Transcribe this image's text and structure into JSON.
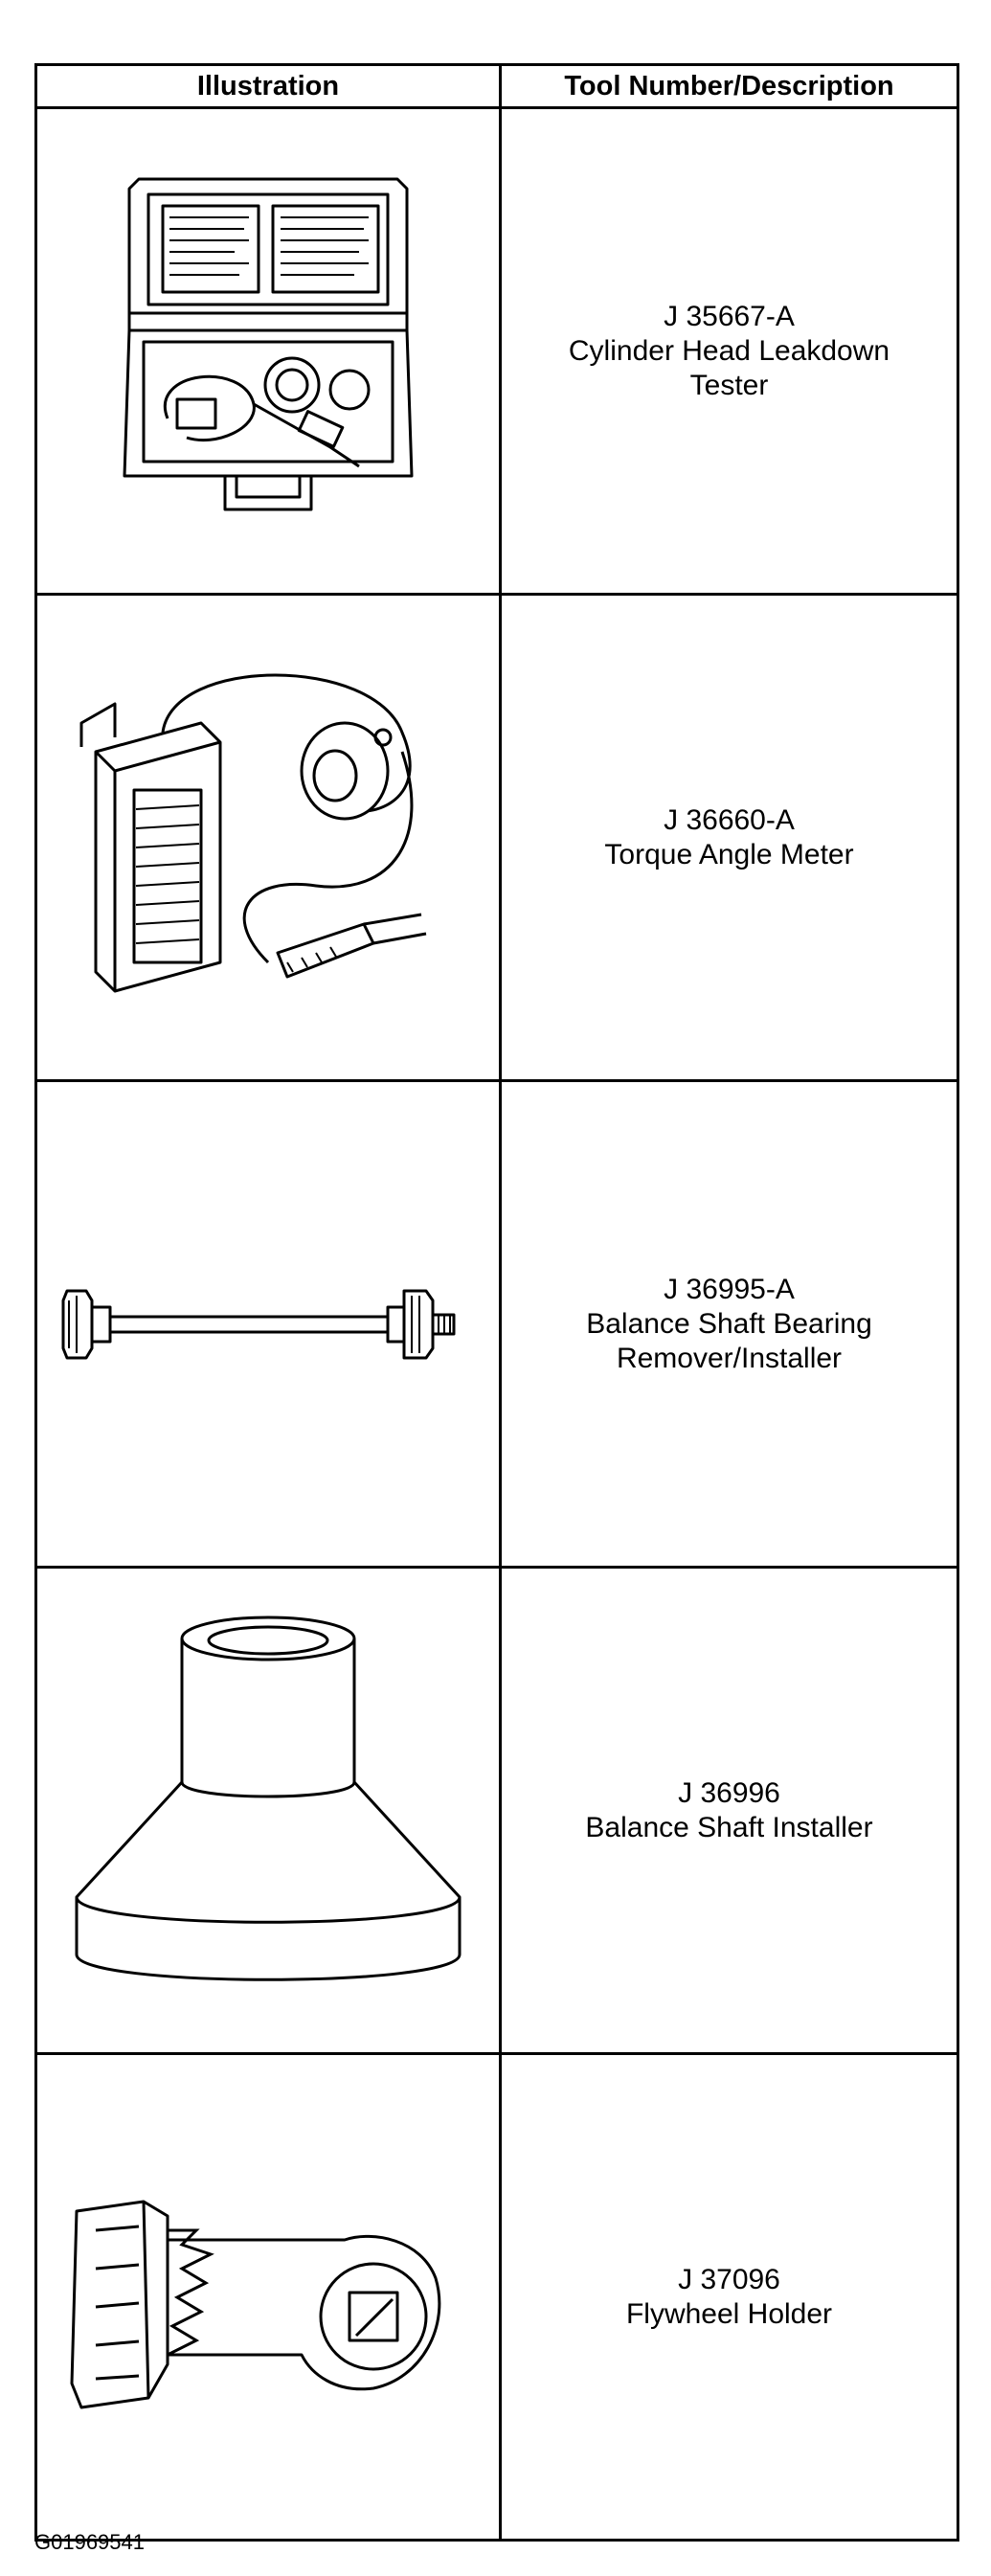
{
  "table": {
    "headers": [
      "Illustration",
      "Tool Number/Description"
    ],
    "rows": [
      {
        "number": "J 35667-A",
        "name": "Cylinder Head Leakdown\nTester",
        "icon": "leakdown-tester-kit-icon"
      },
      {
        "number": "J 36660-A",
        "name": "Torque Angle Meter",
        "icon": "torque-angle-meter-icon"
      },
      {
        "number": "J 36995-A",
        "name": "Balance Shaft Bearing\nRemover/Installer",
        "icon": "bearing-remover-installer-icon"
      },
      {
        "number": "J 36996",
        "name": "Balance Shaft Installer",
        "icon": "balance-shaft-installer-icon"
      },
      {
        "number": "J 37096",
        "name": "Flywheel Holder",
        "icon": "flywheel-holder-icon"
      }
    ]
  },
  "figure_code": "G01969541"
}
